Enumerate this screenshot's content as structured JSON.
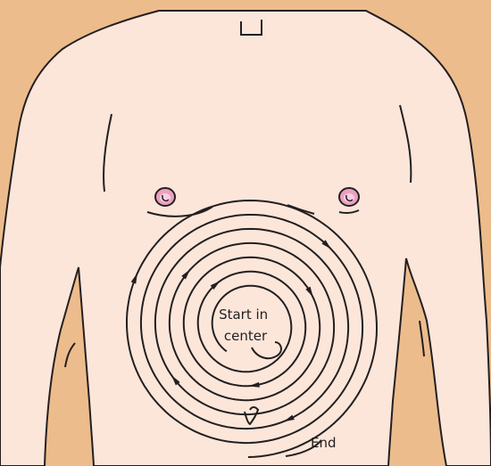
{
  "labels": {
    "start": [
      "Start in",
      "center"
    ],
    "end": "End"
  },
  "colors": {
    "background": "#EDBC8C",
    "skin": "#FCE6DA",
    "line": "#231F20",
    "nipple_outer": "#EE9FC0",
    "nipple_inner": "#F7CFE0"
  }
}
